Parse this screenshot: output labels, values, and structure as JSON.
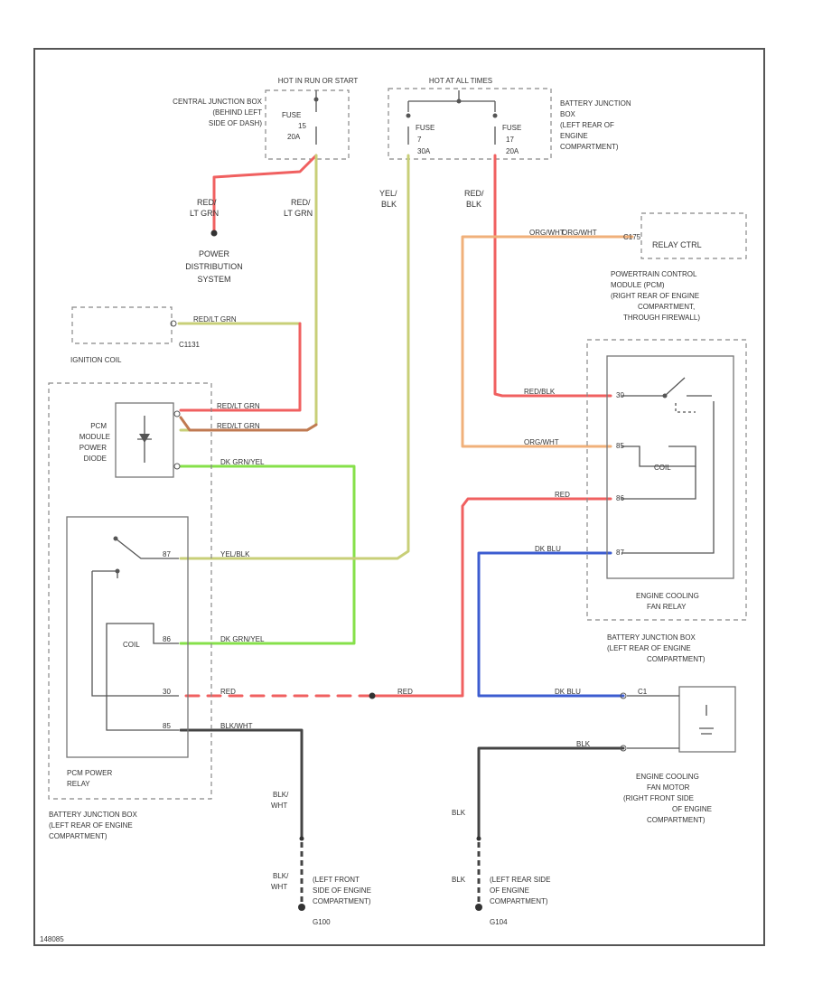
{
  "colors": {
    "red": "#f06060",
    "orange": "#e0955a",
    "yellow_green": "#c8cf78",
    "green": "#86e04a",
    "blue": "#3c5cd0",
    "black": "#444444",
    "brown": "#c07a52",
    "peach": "#f0b07a"
  },
  "hot_run_start": "HOT IN RUN OR START",
  "hot_at_all_times": "HOT AT ALL TIMES",
  "central_junction_box": [
    "CENTRAL JUNCTION BOX",
    "(BEHIND LEFT",
    "SIDE OF DASH)"
  ],
  "battery_junction_box_top": [
    "BATTERY JUNCTION",
    "BOX",
    "(LEFT REAR OF",
    "ENGINE",
    "COMPARTMENT)"
  ],
  "fuse_15": [
    "FUSE",
    "15",
    "20A"
  ],
  "fuse_7": [
    "FUSE",
    "7",
    "30A"
  ],
  "fuse_17": [
    "FUSE",
    "17",
    "20A"
  ],
  "wire_red_lt_grn_1": [
    "RED/",
    "LT GRN"
  ],
  "wire_red_lt_grn_2": [
    "RED/",
    "LT GRN"
  ],
  "wire_yel_blk": [
    "YEL/",
    "BLK"
  ],
  "wire_red_blk": [
    "RED/",
    "BLK"
  ],
  "power_distribution": [
    "POWER",
    "DISTRIBUTION",
    "SYSTEM"
  ],
  "relay_ctrl": "RELAY CTRL",
  "pcm": [
    "POWERTRAIN CONTROL",
    "MODULE (PCM)",
    "(RIGHT REAR OF ENGINE",
    "COMPARTMENT,",
    "THROUGH FIREWALL)"
  ],
  "ignition_coil": "IGNITION COIL",
  "coil_connector": "C1131",
  "pcm_module_power_diode": [
    "PCM",
    "MODULE",
    "POWER",
    "DIODE"
  ],
  "pcm_power_relay": [
    "PCM POWER",
    "RELAY"
  ],
  "battery_junction_box_left": [
    "BATTERY JUNCTION BOX",
    "(LEFT REAR OF ENGINE",
    "COMPARTMENT)"
  ],
  "battery_junction_box_right": [
    "BATTERY JUNCTION BOX",
    "(LEFT REAR OF ENGINE",
    "COMPARTMENT)"
  ],
  "engine_cooling_fan_relay": [
    "ENGINE COOLING",
    "FAN RELAY"
  ],
  "engine_cooling_fan_motor": [
    "ENGINE COOLING",
    "FAN MOTOR",
    "(RIGHT FRONT SIDE",
    "OF ENGINE",
    "COMPARTMENT)"
  ],
  "coil_label": "COIL",
  "wire_labels": {
    "red_lt_grn_coil": "RED/LT GRN",
    "red_lt_grn_a": "RED/LT GRN",
    "red_lt_grn_b": "RED/LT GRN",
    "dk_grn_yel_a": "DK GRN/YEL",
    "dk_grn_yel_b": "DK GRN/YEL",
    "yel_blk": "YEL/BLK",
    "red_a": "RED",
    "red_b": "RED",
    "red_relay": "RED",
    "red_blk_relay": "RED/BLK",
    "org_wht_a": "ORG/WHT",
    "org_wht_b": "ORG/WHT",
    "blk_wht": "BLK/WHT",
    "dk_blu_a": "DK BLU",
    "dk_blu_b": "DK BLU",
    "blk_motor": "BLK"
  },
  "pin_labels": {
    "pcm_relay_ctrl_pin": "C175",
    "relay_30": "30",
    "relay_85": "85",
    "relay_86": "86",
    "relay_87": "87",
    "pwr_relay_87": "87",
    "pwr_relay_86": "86",
    "pwr_relay_30": "30",
    "pwr_relay_85": "85",
    "coil_pin": "C1"
  },
  "ground_left_wire": [
    "BLK/",
    "WHT"
  ],
  "ground_left_wire_2": [
    "BLK/",
    "WHT"
  ],
  "ground_left": [
    "(LEFT FRONT",
    "SIDE OF ENGINE",
    "COMPARTMENT)"
  ],
  "ground_left_id": "G100",
  "ground_right_wire": "BLK",
  "ground_right_wire_2": "BLK",
  "ground_right": [
    "(LEFT REAR SIDE",
    "OF ENGINE",
    "COMPARTMENT)"
  ],
  "ground_right_id": "G104",
  "figure_id": "148085"
}
